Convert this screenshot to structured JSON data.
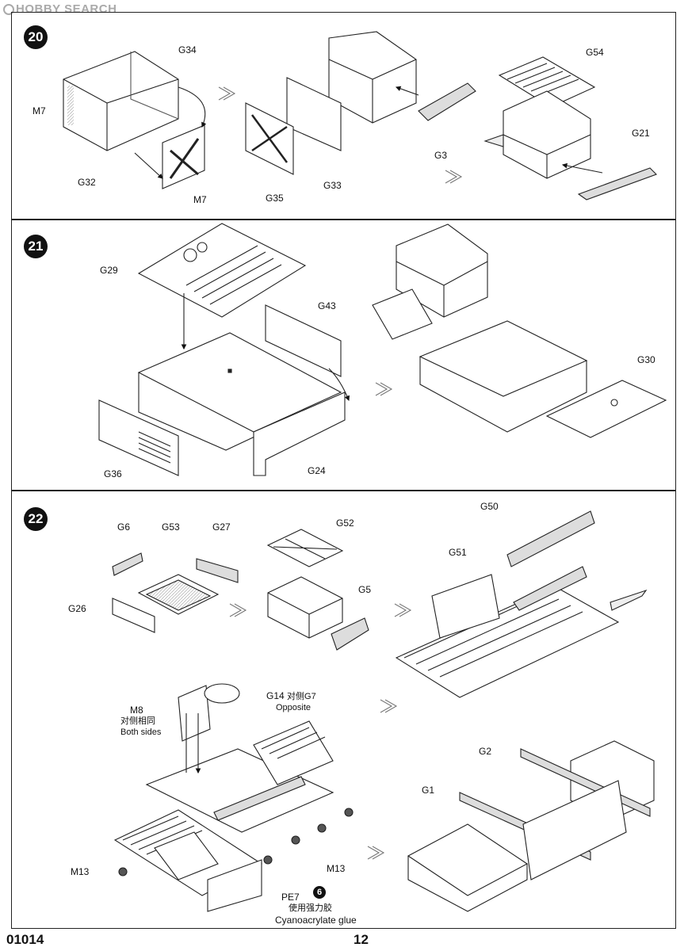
{
  "watermark": "HOBBY SEARCH",
  "steps": {
    "s20": {
      "number": "20",
      "labels": {
        "g34": "G34",
        "m7a": "M7",
        "g32": "G32",
        "m7b": "M7",
        "g35": "G35",
        "g33": "G33",
        "g3": "G3",
        "g54": "G54",
        "g21": "G21"
      }
    },
    "s21": {
      "number": "21",
      "labels": {
        "g29": "G29",
        "g43": "G43",
        "g36": "G36",
        "g24": "G24",
        "g30": "G30"
      }
    },
    "s22": {
      "number": "22",
      "labels": {
        "g6": "G6",
        "g53": "G53",
        "g27": "G27",
        "g26": "G26",
        "g52": "G52",
        "g5": "G5",
        "g50": "G50",
        "g51": "G51",
        "g14": "G14",
        "g14_cn": "对侧G7",
        "g14_en": "Opposite",
        "m8": "M8",
        "m8_cn": "对侧相同",
        "m8_en": "Both sides",
        "m13a": "M13",
        "m13b": "M13",
        "pe7": "PE7",
        "glue_cn": "使用强力胶",
        "glue_en": "Cyanoacrylate glue",
        "g2": "G2",
        "g1": "G1"
      }
    }
  },
  "glue_icon": "glue-drop-icon",
  "footer": {
    "code": "01014",
    "page": "12"
  }
}
